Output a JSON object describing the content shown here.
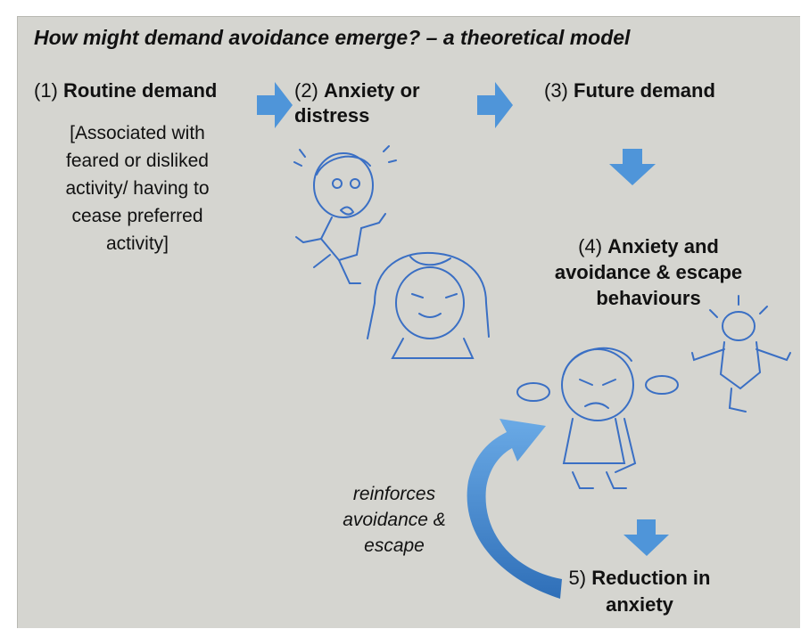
{
  "title": "How might demand avoidance emerge? – a theoretical model",
  "steps": {
    "s1": {
      "num": "(1)",
      "label": "Routine demand",
      "note_lines": [
        "[Associated with",
        "feared or disliked",
        "activity/ having to",
        "cease preferred",
        "activity]"
      ]
    },
    "s2": {
      "num": "(2)",
      "label_line1": "Anxiety or",
      "label_line2": "distress"
    },
    "s3": {
      "num": "(3)",
      "label": "Future demand"
    },
    "s4": {
      "num": "(4)",
      "label_line1": "Anxiety and",
      "label_line2": "avoidance & escape",
      "label_line3": "behaviours"
    },
    "s5": {
      "num": "5)",
      "label_line1": "Reduction in",
      "label_line2": "anxiety"
    }
  },
  "loop_label": {
    "line1": "reinforces",
    "line2": "avoidance &",
    "line3": "escape"
  },
  "colors": {
    "panel": "#d5d5d0",
    "arrow": "#4f95d9",
    "sketch": "#3a6fc4"
  },
  "icons": [
    "right-arrow-icon",
    "down-arrow-icon",
    "curved-arrow-icon",
    "scared-child-sketch",
    "distressed-child-sketch",
    "angry-child-sketch",
    "running-child-sketch"
  ]
}
